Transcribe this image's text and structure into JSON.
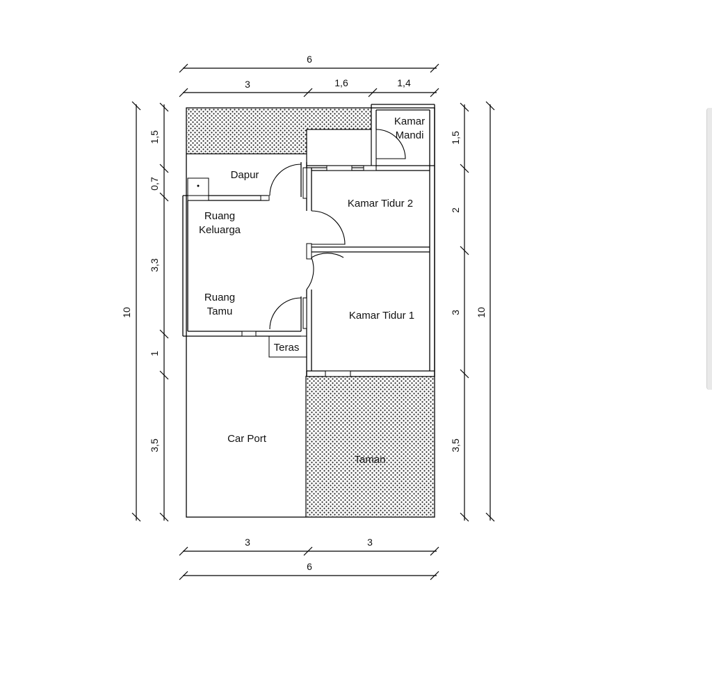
{
  "rooms": {
    "kamar_mandi_line1": "Kamar",
    "kamar_mandi_line2": "Mandi",
    "dapur": "Dapur",
    "kamar_tidur_2": "Kamar Tidur 2",
    "ruang_keluarga_line1": "Ruang",
    "ruang_keluarga_line2": "Keluarga",
    "ruang_tamu_line1": "Ruang",
    "ruang_tamu_line2": "Tamu",
    "kamar_tidur_1": "Kamar Tidur 1",
    "teras": "Teras",
    "car_port": "Car Port",
    "taman": "Taman"
  },
  "dimensions": {
    "top_total": "6",
    "top_left": "3",
    "top_mid": "1,6",
    "top_right": "1,4",
    "bottom_left": "3",
    "bottom_right": "3",
    "bottom_total": "6",
    "left_total": "10",
    "left_1": "1,5",
    "left_2": "0,7",
    "left_3": "3,3",
    "left_4": "1",
    "left_5": "3,5",
    "right_1": "1,5",
    "right_2": "2",
    "right_3": "3",
    "right_4": "3,5",
    "right_total": "10"
  }
}
